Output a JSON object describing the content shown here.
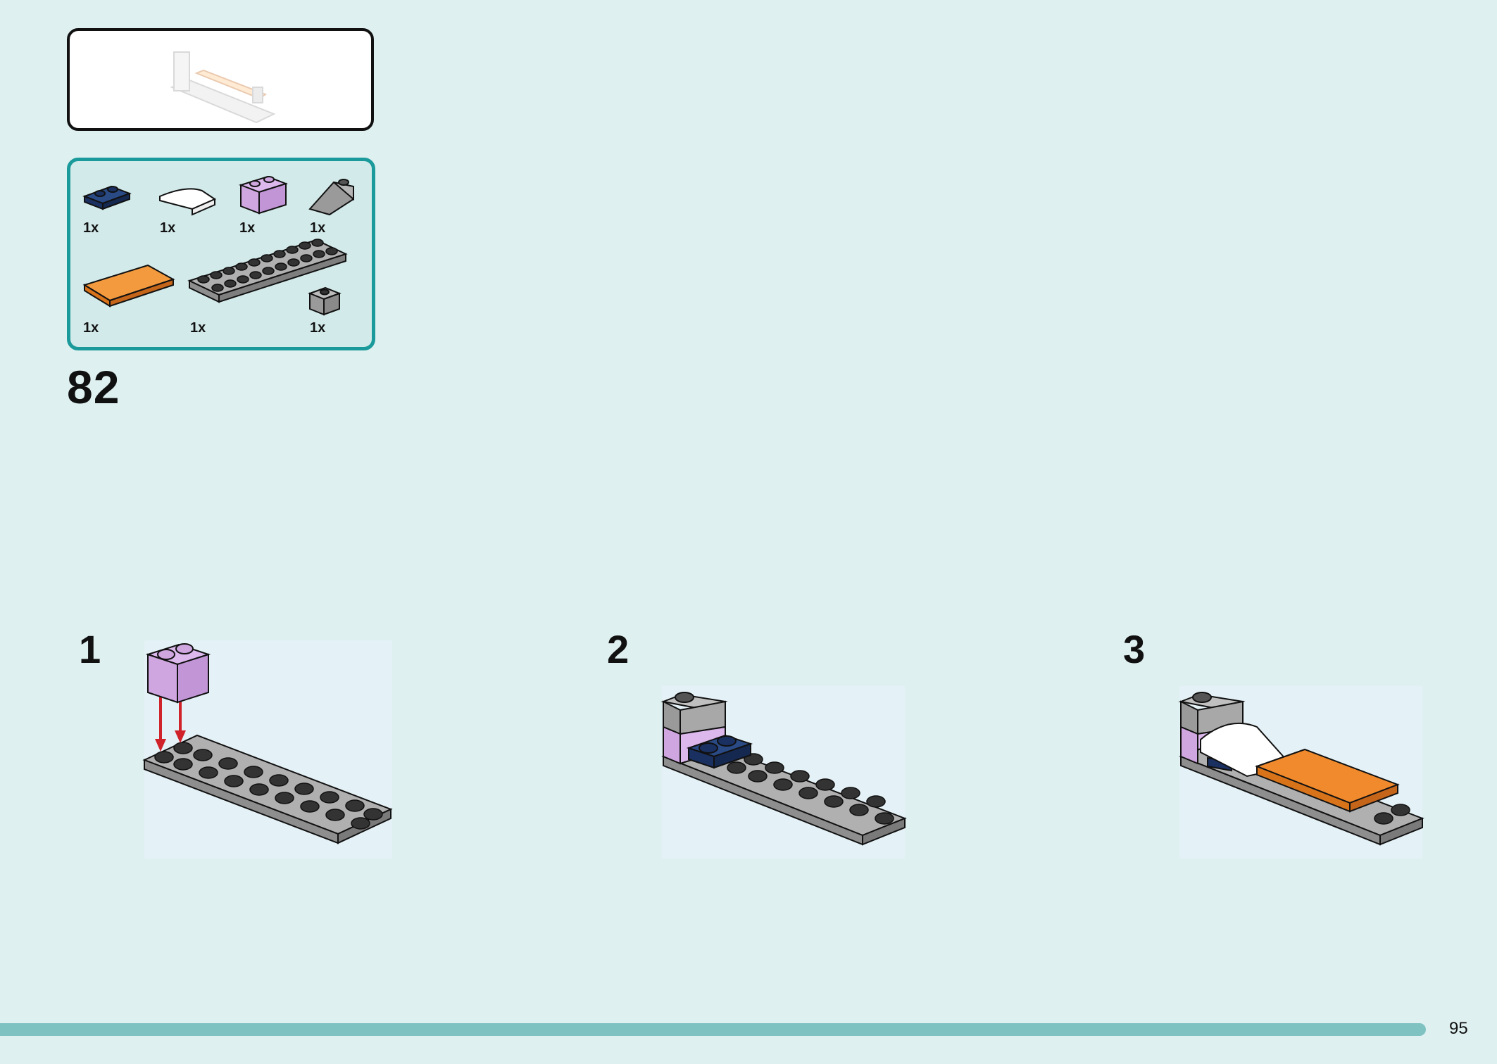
{
  "step": {
    "number": "82"
  },
  "parts": [
    {
      "icon": "dark-blue-plate-1x2-icon",
      "qty": "1x",
      "color": "#1f3a6b"
    },
    {
      "icon": "white-curved-slope-icon",
      "qty": "1x",
      "color": "#ffffff"
    },
    {
      "icon": "lavender-brick-1x2-icon",
      "qty": "1x",
      "color": "#cfa6e0"
    },
    {
      "icon": "grey-slope-icon",
      "qty": "1x",
      "color": "#9a9a9a"
    },
    {
      "icon": "orange-tile-2x4-icon",
      "qty": "1x",
      "color": "#f08a2c"
    },
    {
      "icon": "grey-plate-2x10-icon",
      "qty": "1x",
      "color": "#a5a5a5"
    },
    {
      "icon": "grey-brick-1x1-icon",
      "qty": "1x",
      "color": "#a5a5a5"
    }
  ],
  "substeps": [
    {
      "number": "1"
    },
    {
      "number": "2"
    },
    {
      "number": "3"
    }
  ],
  "page": {
    "number": "95"
  },
  "colors": {
    "background": "#dff0f0",
    "accent": "#1a9a9a",
    "bar": "#7fc2c2",
    "arrow": "#d0222a"
  }
}
